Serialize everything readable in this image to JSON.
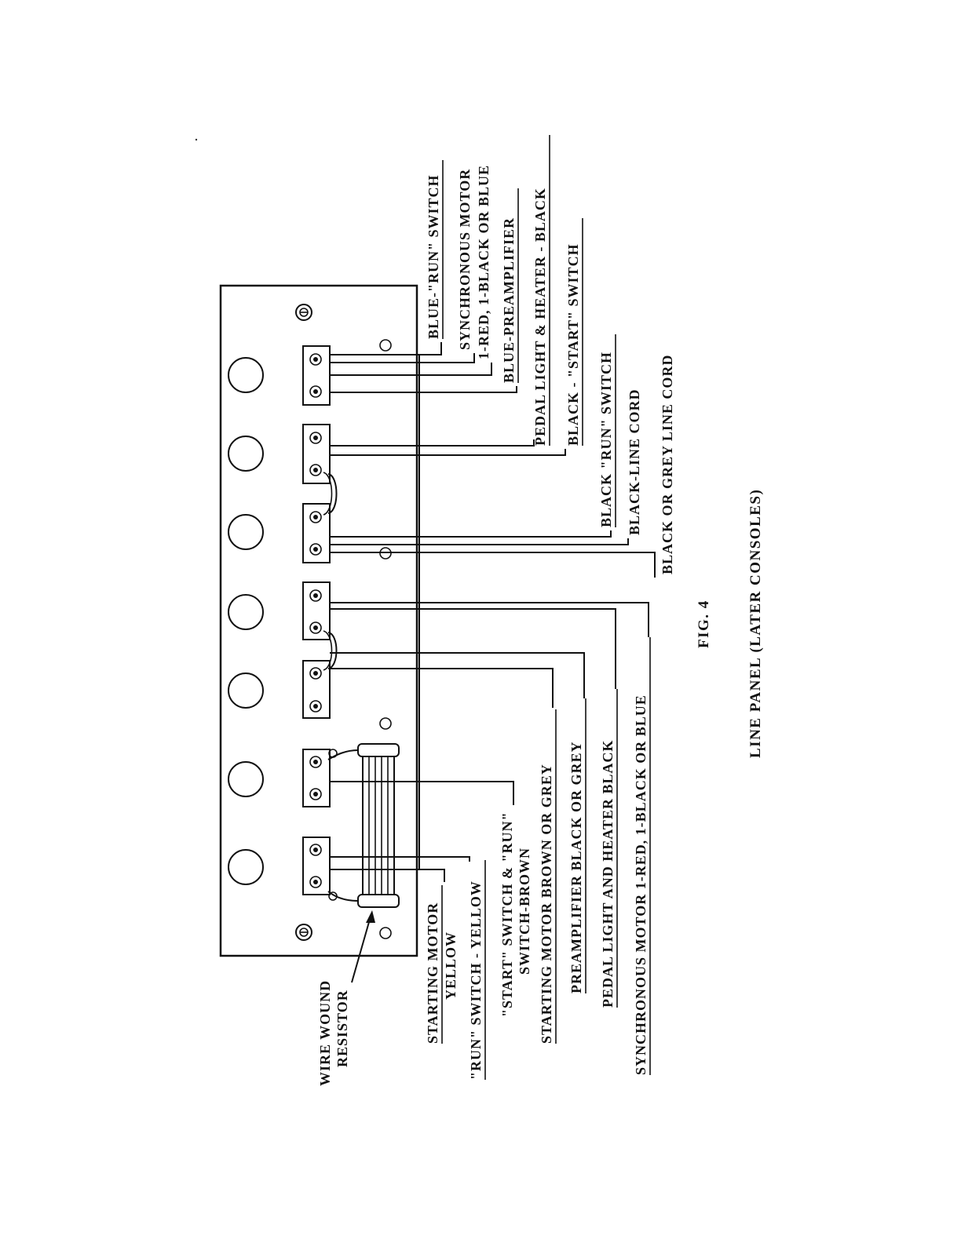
{
  "figure": {
    "number": "FIG. 4",
    "caption": "LINE PANEL (LATER CONSOLES)"
  },
  "labels": {
    "resistor_line1": "WIRE WOUND",
    "resistor_line2": "RESISTOR",
    "bottom": [
      [
        "STARTING MOTOR",
        "YELLOW"
      ],
      [
        "\"RUN\" SWITCH - YELLOW"
      ],
      [
        "\"START\" SWITCH & \"RUN\"",
        "SWITCH-BROWN"
      ],
      [
        "STARTING MOTOR BROWN OR GREY"
      ],
      [
        "PREAMPLIFIER BLACK OR GREY"
      ],
      [
        "PEDAL LIGHT AND HEATER BLACK"
      ],
      [
        "SYNCHRONOUS MOTOR 1-RED, 1-BLACK OR BLUE"
      ]
    ],
    "top": [
      [
        "BLUE-\"RUN\" SWITCH"
      ],
      [
        "SYNCHRONOUS MOTOR",
        "1-RED, 1-BLACK OR BLUE"
      ],
      [
        "BLUE-PREAMPLIFIER"
      ],
      [
        "PEDAL LIGHT & HEATER - BLACK"
      ],
      [
        "BLACK - \"START\" SWITCH"
      ],
      [
        "BLACK \"RUN\" SWITCH"
      ],
      [
        "BLACK-LINE CORD"
      ],
      [
        "BLACK OR GREY LINE CORD"
      ]
    ]
  }
}
